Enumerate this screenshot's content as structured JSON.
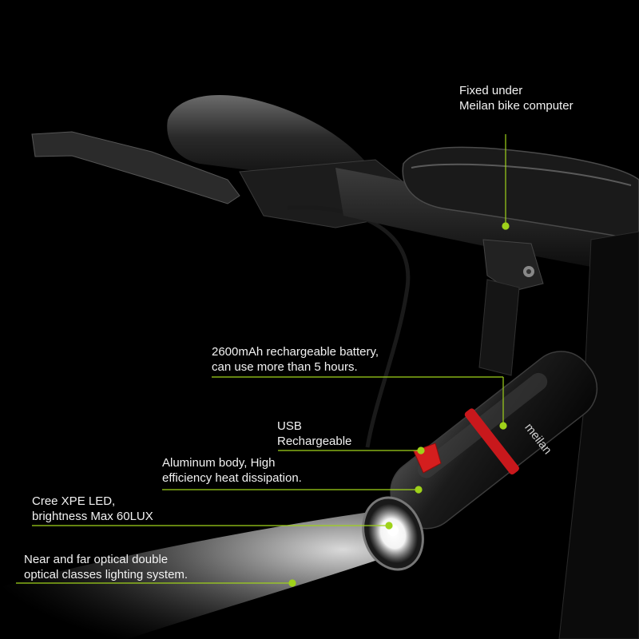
{
  "accent_color": "#9fd21a",
  "callouts": [
    {
      "id": "mount",
      "lines": [
        "Fixed under",
        "Meilan bike computer"
      ]
    },
    {
      "id": "battery",
      "lines": [
        "2600mAh rechargeable battery,",
        "can use more than 5 hours."
      ]
    },
    {
      "id": "usb",
      "lines": [
        "USB",
        "Rechargeable"
      ]
    },
    {
      "id": "body",
      "lines": [
        "Aluminum body, High",
        "efficiency heat dissipation."
      ]
    },
    {
      "id": "led",
      "lines": [
        "Cree XPE LED,",
        "brightness Max 60LUX"
      ]
    },
    {
      "id": "optics",
      "lines": [
        "Near and far optical double",
        "optical classes lighting system."
      ]
    }
  ],
  "product": {
    "brand_mark": "meilan",
    "icons": [
      "bike-handlebar",
      "brake-lever",
      "bike-computer",
      "bike-headlight",
      "light-beam"
    ]
  }
}
